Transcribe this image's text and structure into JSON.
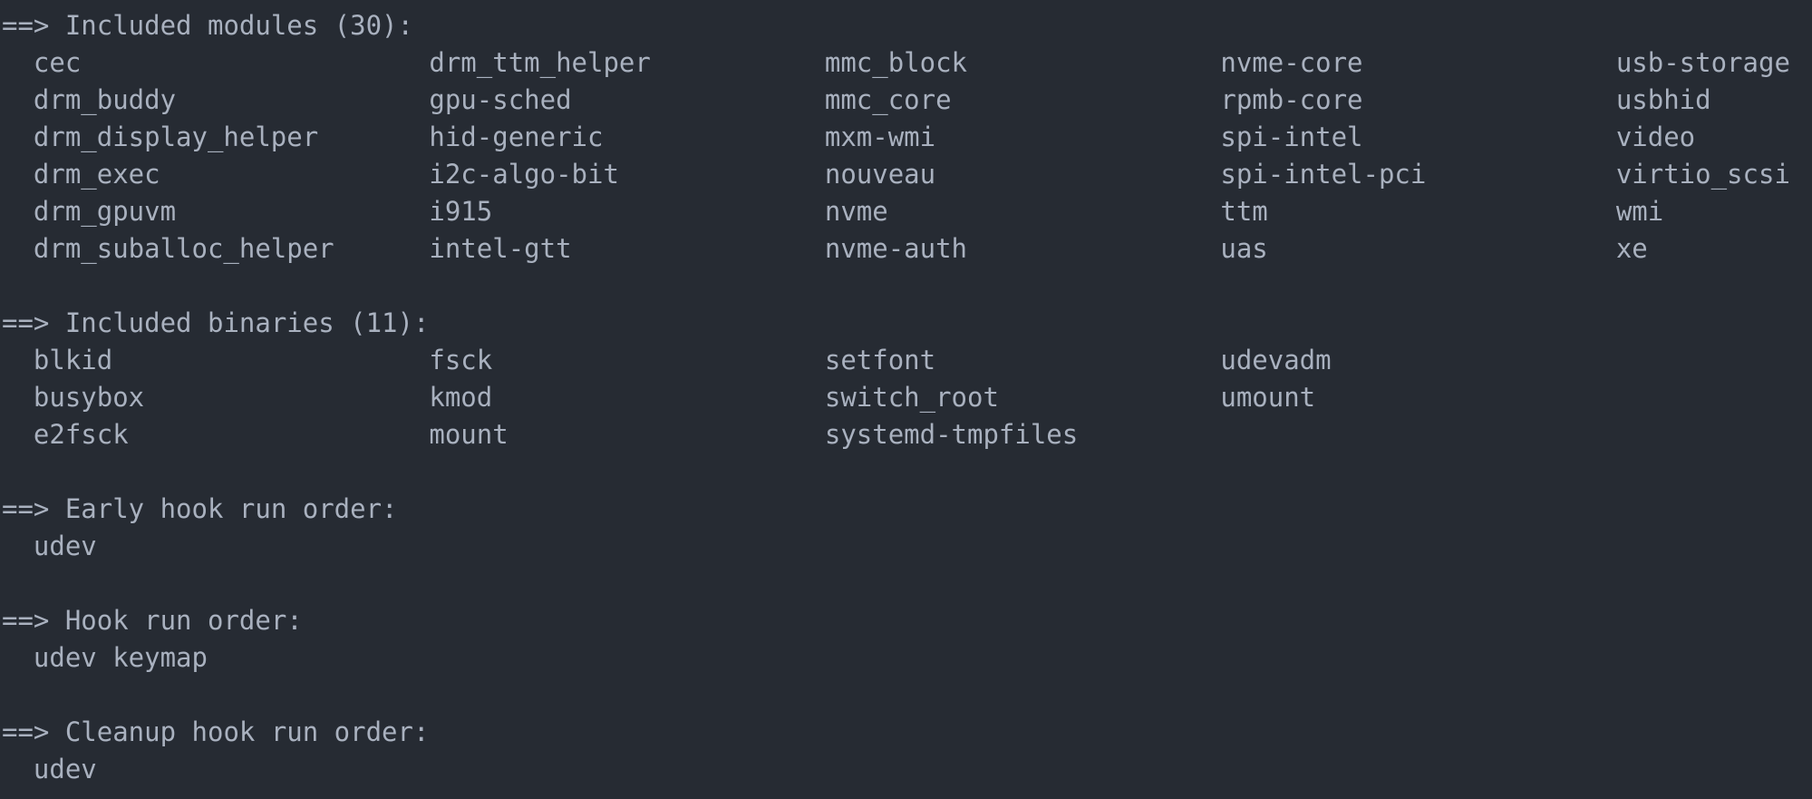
{
  "terminal": {
    "colors": {
      "background": "#262b33",
      "foreground": "#a9b1bf"
    },
    "prompt_arrow": "==>",
    "sections": {
      "modules": {
        "title": "Included modules (30):",
        "count": 30,
        "items": [
          "cec",
          "drm_buddy",
          "drm_display_helper",
          "drm_exec",
          "drm_gpuvm",
          "drm_suballoc_helper",
          "drm_ttm_helper",
          "gpu-sched",
          "hid-generic",
          "i2c-algo-bit",
          "i915",
          "intel-gtt",
          "mmc_block",
          "mmc_core",
          "mxm-wmi",
          "nouveau",
          "nvme",
          "nvme-auth",
          "nvme-core",
          "rpmb-core",
          "spi-intel",
          "spi-intel-pci",
          "ttm",
          "uas",
          "usb-storage",
          "usbhid",
          "video",
          "virtio_scsi",
          "wmi",
          "xe"
        ]
      },
      "binaries": {
        "title": "Included binaries (11):",
        "count": 11,
        "items": [
          "blkid",
          "busybox",
          "e2fsck",
          "fsck",
          "kmod",
          "mount",
          "setfont",
          "switch_root",
          "systemd-tmpfiles",
          "udevadm",
          "umount"
        ]
      },
      "early_hooks": {
        "title": "Early hook run order:",
        "items": [
          "udev"
        ]
      },
      "hooks": {
        "title": "Hook run order:",
        "items": [
          "udev",
          "keymap"
        ]
      },
      "cleanup_hooks": {
        "title": "Cleanup hook run order:",
        "items": [
          "udev"
        ]
      }
    }
  }
}
